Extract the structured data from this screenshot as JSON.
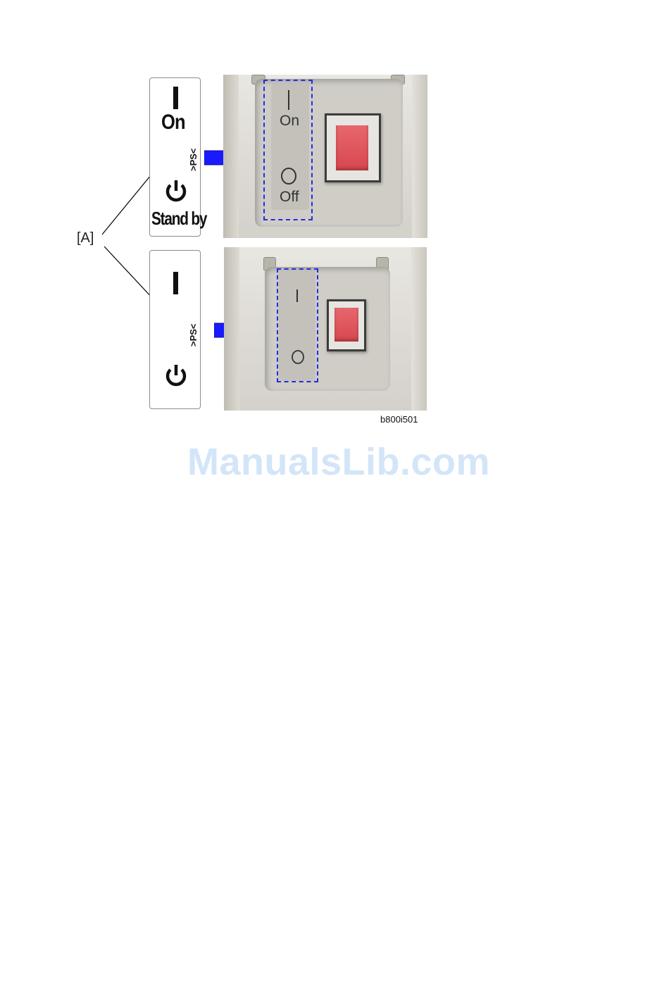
{
  "callout": {
    "label": "[A]"
  },
  "label_top": {
    "on_text": "On",
    "standby_text": "Stand by",
    "ps_text": ">PS<"
  },
  "label_bottom": {
    "ps_text": ">PS<"
  },
  "photo_top": {
    "on_text": "On",
    "off_text": "Off"
  },
  "figure_id": "b800i501",
  "watermark": "ManualsLib.com",
  "colors": {
    "arrow": "#1a1aff",
    "dashed_box": "#1f2fe0",
    "switch": "#dd4e55",
    "watermark": "#d3e5f8"
  },
  "icons": [
    "on-bar-icon",
    "standby-power-icon",
    "off-circle-icon",
    "arrow-right-icon"
  ]
}
